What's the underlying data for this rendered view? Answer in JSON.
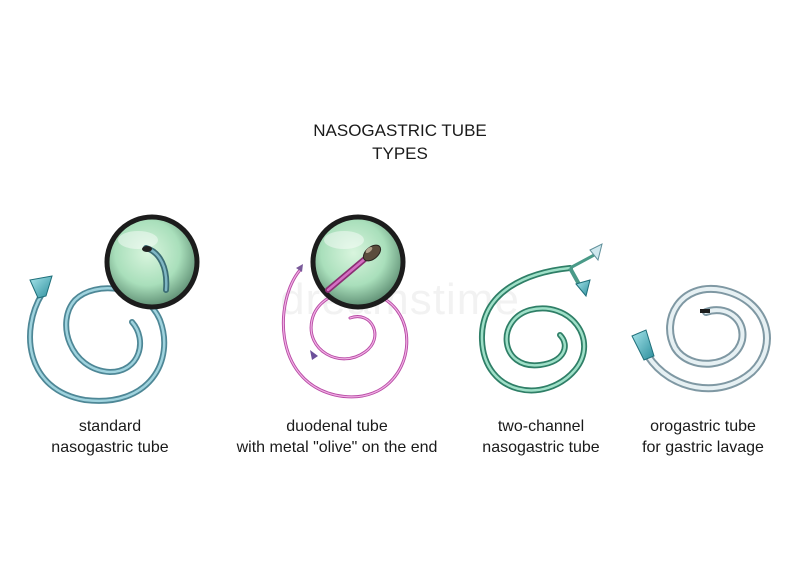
{
  "title": {
    "line1": "NASOGASTRIC TUBE",
    "line2": "TYPES"
  },
  "watermark": "dreamstime",
  "colors": {
    "standard_tube": "#7fb6c4",
    "duodenal_tube": "#d56fc3",
    "two_channel_tube": "#5fb39a",
    "orogastric_tube": "#b9cdd4",
    "lens_glass": "#b9e6c8",
    "lens_rim": "#1c1c1c"
  },
  "items": [
    {
      "line1": "standard",
      "line2": "nasogastric tube",
      "icon": "standard-tube-icon"
    },
    {
      "line1": "duodenal tube",
      "line2": "with metal \"olive\" on the end",
      "icon": "duodenal-tube-icon"
    },
    {
      "line1": "two-channel",
      "line2": "nasogastric tube",
      "icon": "two-channel-tube-icon"
    },
    {
      "line1": "orogastric tube",
      "line2": "for gastric lavage",
      "icon": "orogastric-tube-icon"
    }
  ]
}
